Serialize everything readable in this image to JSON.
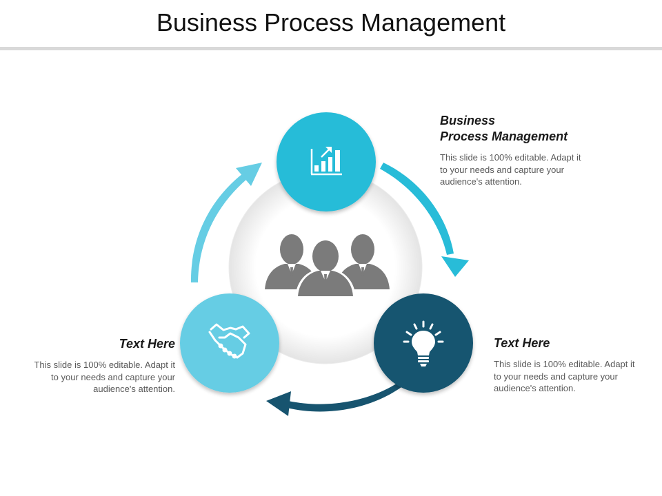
{
  "title": "Business Process Management",
  "colors": {
    "accent_cyan": "#28bcd8",
    "accent_light": "#66cde4",
    "accent_dark": "#17546f",
    "people_gray": "#7b7b7b"
  },
  "blocks": [
    {
      "id": "top",
      "icon": "growth-chart-icon",
      "heading_lines": [
        "Business",
        "Process Management"
      ],
      "body_lines": [
        "This slide is 100% editable. Adapt it",
        "to your needs and capture your",
        "audience's attention."
      ]
    },
    {
      "id": "right",
      "icon": "lightbulb-icon",
      "heading_lines": [
        "Text Here"
      ],
      "body_lines": [
        "This slide is 100% editable. Adapt it",
        "to your needs and capture your",
        "audience's attention."
      ]
    },
    {
      "id": "left",
      "icon": "handshake-icon",
      "heading_lines": [
        "Text Here"
      ],
      "body_lines": [
        "This slide is 100% editable. Adapt it",
        "to your needs and capture your",
        "audience's attention."
      ]
    }
  ],
  "center_icon": "team-people-icon"
}
